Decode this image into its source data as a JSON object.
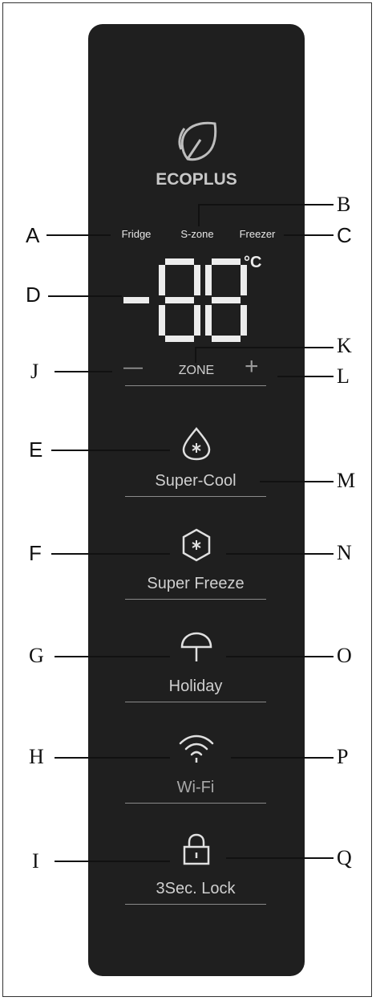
{
  "panel": {
    "brand": "ECOPLUS",
    "zones": {
      "fridge": "Fridge",
      "szone": "S-zone",
      "freezer": "Freezer"
    },
    "display": {
      "digits": "-88",
      "unit": "°C"
    },
    "zone_control": {
      "minus": "—",
      "label": "ZONE",
      "plus": "+"
    },
    "functions": {
      "super_cool": "Super-Cool",
      "super_freeze": "Super Freeze",
      "holiday": "Holiday",
      "wifi": "Wi-Fi",
      "lock": "3Sec. Lock"
    }
  },
  "callouts": [
    "A",
    "B",
    "C",
    "D",
    "E",
    "F",
    "G",
    "H",
    "I",
    "J",
    "K",
    "L",
    "M",
    "N",
    "O",
    "P",
    "Q"
  ],
  "icons": [
    "leaf-icon",
    "droplet-snowflake-icon",
    "hexagon-snowflake-icon",
    "umbrella-icon",
    "wifi-icon",
    "padlock-icon"
  ]
}
